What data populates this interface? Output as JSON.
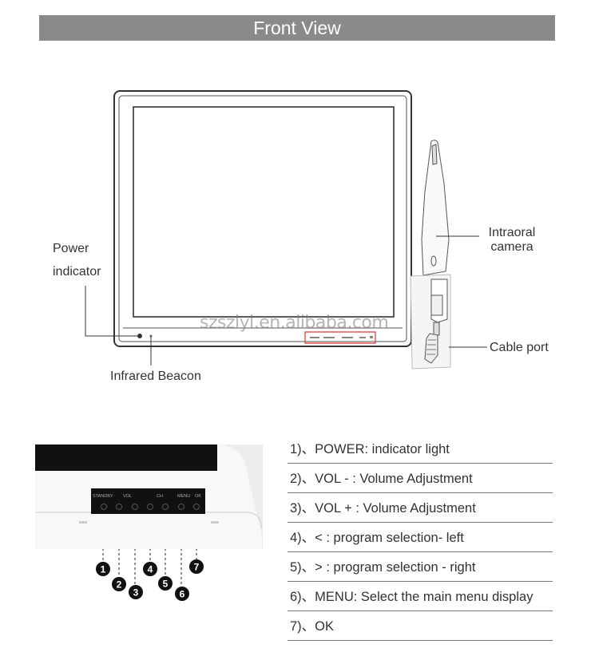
{
  "header": {
    "title": "Front View"
  },
  "callouts": {
    "power_indicator": [
      "Power",
      "indicator"
    ],
    "infrared_beacon": "Infrared Beacon",
    "intraoral_camera": [
      "Intraoral",
      "camera"
    ],
    "cable_port": "Cable port"
  },
  "watermark": "szszlyl.en.alibaba.com",
  "panel_labels": [
    "STANDBY",
    "VOL",
    "CH",
    "MENU",
    "OK"
  ],
  "button_numbers": [
    "1",
    "2",
    "3",
    "4",
    "5",
    "6",
    "7"
  ],
  "legend": [
    "1)、POWER: indicator light",
    "2)、VOL - : Volume Adjustment",
    "3)、VOL + : Volume Adjustment",
    "4)、< : program selection- left",
    "5)、> : program selection - right",
    "6)、MENU: Select the main menu display",
    "7)、OK"
  ],
  "colors": {
    "banner": "#8a8a8a",
    "highlight_box": "#e03030"
  }
}
